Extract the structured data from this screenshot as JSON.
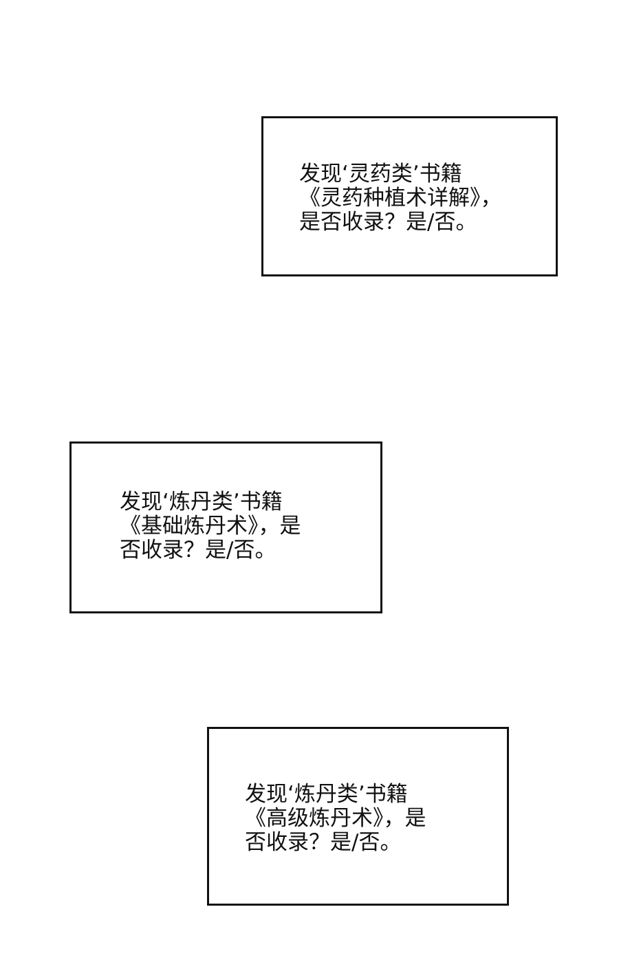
{
  "panels": [
    {
      "lines": [
        "发现‘灵药类’书籍",
        "《灵药种植术详解》，",
        "是否收录？是/否。"
      ]
    },
    {
      "lines": [
        "发现‘炼丹类’书籍",
        "《基础炼丹术》，是",
        "否收录？是/否。"
      ]
    },
    {
      "lines": [
        "发现‘炼丹类’书籍",
        "《高级炼丹术》，是",
        "否收录？是/否。"
      ]
    }
  ]
}
